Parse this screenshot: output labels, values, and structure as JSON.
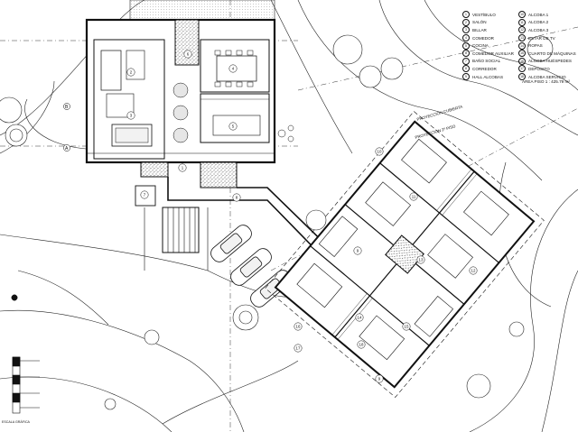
{
  "legend": {
    "items": [
      {
        "n": "1",
        "label": "VESTÍBULO"
      },
      {
        "n": "2",
        "label": "SALÓN"
      },
      {
        "n": "3",
        "label": "BILLAR"
      },
      {
        "n": "4",
        "label": "COMEDOR"
      },
      {
        "n": "5",
        "label": "COCINA"
      },
      {
        "n": "6",
        "label": "COMEDOR AUXILIAR"
      },
      {
        "n": "7",
        "label": "BAÑO SOCIAL"
      },
      {
        "n": "8",
        "label": "CORREDOR"
      },
      {
        "n": "9",
        "label": "HALL ALCOBAS"
      },
      {
        "n": "10",
        "label": "ALCOBA 1"
      },
      {
        "n": "11",
        "label": "ALCOBA 2"
      },
      {
        "n": "12",
        "label": "ALCOBA 3"
      },
      {
        "n": "13",
        "label": "ESTAR DE TV"
      },
      {
        "n": "14",
        "label": "ROPAS"
      },
      {
        "n": "15",
        "label": "CUARTO DE MÁQUINAS"
      },
      {
        "n": "16",
        "label": "ALCOBA HUÉSPEDES"
      },
      {
        "n": "17",
        "label": "DEPÓSITO"
      },
      {
        "n": "18",
        "label": "ALCOBA SERVICIO"
      }
    ],
    "area_label": "AREA PISO 1 : 425.79 m²"
  },
  "annotations": {
    "proyeccion_cubierta": "PROYECCIÓN CUBIERTA",
    "proyeccion_piso": "PROYECCIÓN 2º PISO",
    "axis_a": "A",
    "axis_b": "B",
    "scale": "ESCALA GRÁFICA"
  },
  "room_tags": [
    "2",
    "3",
    "4",
    "5",
    "6",
    "1",
    "7",
    "8",
    "9",
    "10",
    "11",
    "12",
    "13",
    "14",
    "15",
    "16",
    "17",
    "18",
    "9"
  ],
  "colors": {
    "ink": "#111111",
    "fill_light": "#e6e6e6",
    "hatch": "#444444",
    "tree": "#222222"
  }
}
